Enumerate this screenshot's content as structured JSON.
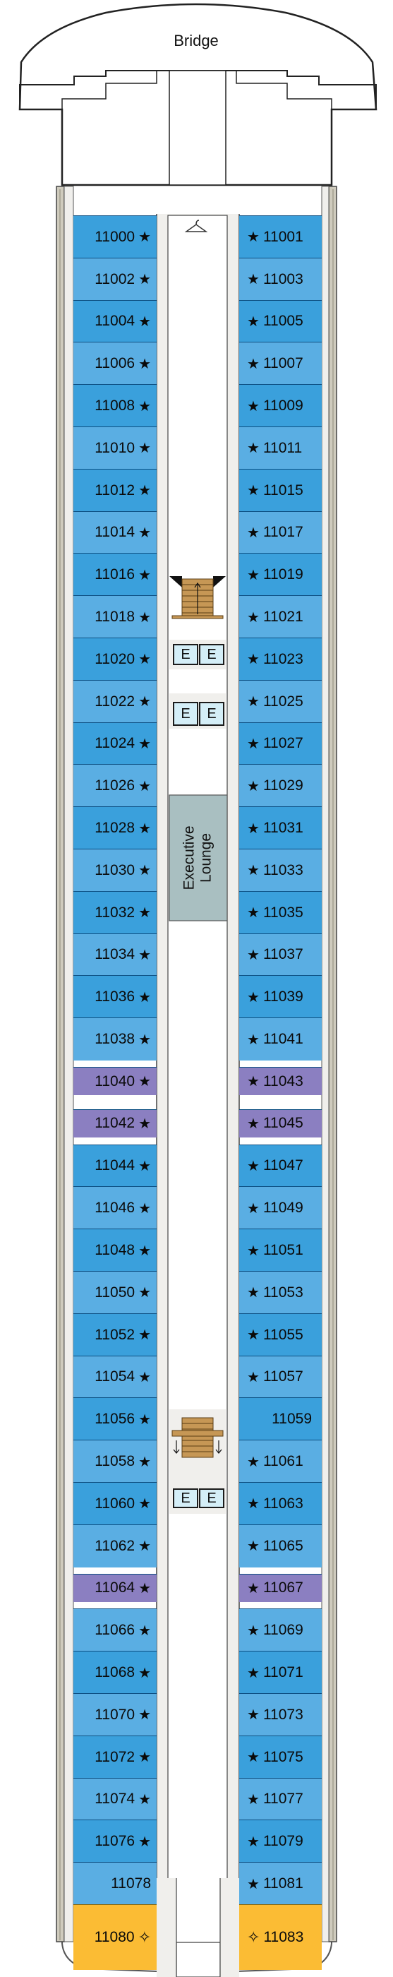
{
  "header": {
    "bridge_label": "Bridge"
  },
  "lounge": {
    "line1": "Executive",
    "line2": "Lounge"
  },
  "elevator_label": "E",
  "symbols": {
    "star": "★",
    "diamond": "✧"
  },
  "legend_colors": {
    "standard": "#3aa0dc",
    "standard_alt": "#5aaee3",
    "purple": "#8b7fc1",
    "suite": "#fbbc34",
    "corridor": "#f0efec",
    "lounge": "#a9bfc1",
    "elevator": "#d4eef7"
  },
  "port_cabins": [
    {
      "number": "11000",
      "mark": "star",
      "cat": "standard"
    },
    {
      "number": "11002",
      "mark": "star",
      "cat": "standard"
    },
    {
      "number": "11004",
      "mark": "star",
      "cat": "standard"
    },
    {
      "number": "11006",
      "mark": "star",
      "cat": "standard"
    },
    {
      "number": "11008",
      "mark": "star",
      "cat": "standard"
    },
    {
      "number": "11010",
      "mark": "star",
      "cat": "standard"
    },
    {
      "number": "11012",
      "mark": "star",
      "cat": "standard"
    },
    {
      "number": "11014",
      "mark": "star",
      "cat": "standard"
    },
    {
      "number": "11016",
      "mark": "star",
      "cat": "standard"
    },
    {
      "number": "11018",
      "mark": "star",
      "cat": "standard"
    },
    {
      "number": "11020",
      "mark": "star",
      "cat": "standard"
    },
    {
      "number": "11022",
      "mark": "star",
      "cat": "standard"
    },
    {
      "number": "11024",
      "mark": "star",
      "cat": "standard"
    },
    {
      "number": "11026",
      "mark": "star",
      "cat": "standard"
    },
    {
      "number": "11028",
      "mark": "star",
      "cat": "standard"
    },
    {
      "number": "11030",
      "mark": "star",
      "cat": "standard"
    },
    {
      "number": "11032",
      "mark": "star",
      "cat": "standard"
    },
    {
      "number": "11034",
      "mark": "star",
      "cat": "standard"
    },
    {
      "number": "11036",
      "mark": "star",
      "cat": "standard"
    },
    {
      "number": "11038",
      "mark": "star",
      "cat": "standard"
    },
    {
      "number": "11040",
      "mark": "star",
      "cat": "purple"
    },
    {
      "number": "11042",
      "mark": "star",
      "cat": "purple"
    },
    {
      "number": "11044",
      "mark": "star",
      "cat": "standard"
    },
    {
      "number": "11046",
      "mark": "star",
      "cat": "standard"
    },
    {
      "number": "11048",
      "mark": "star",
      "cat": "standard"
    },
    {
      "number": "11050",
      "mark": "star",
      "cat": "standard"
    },
    {
      "number": "11052",
      "mark": "star",
      "cat": "standard"
    },
    {
      "number": "11054",
      "mark": "star",
      "cat": "standard"
    },
    {
      "number": "11056",
      "mark": "star",
      "cat": "standard"
    },
    {
      "number": "11058",
      "mark": "star",
      "cat": "standard"
    },
    {
      "number": "11060",
      "mark": "star",
      "cat": "standard"
    },
    {
      "number": "11062",
      "mark": "star",
      "cat": "standard"
    },
    {
      "number": "11064",
      "mark": "star",
      "cat": "purple"
    },
    {
      "number": "11066",
      "mark": "star",
      "cat": "standard"
    },
    {
      "number": "11068",
      "mark": "star",
      "cat": "standard"
    },
    {
      "number": "11070",
      "mark": "star",
      "cat": "standard"
    },
    {
      "number": "11072",
      "mark": "star",
      "cat": "standard"
    },
    {
      "number": "11074",
      "mark": "star",
      "cat": "standard"
    },
    {
      "number": "11076",
      "mark": "star",
      "cat": "standard"
    },
    {
      "number": "11078",
      "mark": "",
      "cat": "standard"
    },
    {
      "number": "11080",
      "mark": "diamond",
      "cat": "suite"
    }
  ],
  "starboard_cabins": [
    {
      "number": "11001",
      "mark": "star",
      "cat": "standard"
    },
    {
      "number": "11003",
      "mark": "star",
      "cat": "standard"
    },
    {
      "number": "11005",
      "mark": "star",
      "cat": "standard"
    },
    {
      "number": "11007",
      "mark": "star",
      "cat": "standard"
    },
    {
      "number": "11009",
      "mark": "star",
      "cat": "standard"
    },
    {
      "number": "11011",
      "mark": "star",
      "cat": "standard"
    },
    {
      "number": "11015",
      "mark": "star",
      "cat": "standard"
    },
    {
      "number": "11017",
      "mark": "star",
      "cat": "standard"
    },
    {
      "number": "11019",
      "mark": "star",
      "cat": "standard"
    },
    {
      "number": "11021",
      "mark": "star",
      "cat": "standard"
    },
    {
      "number": "11023",
      "mark": "star",
      "cat": "standard"
    },
    {
      "number": "11025",
      "mark": "star",
      "cat": "standard"
    },
    {
      "number": "11027",
      "mark": "star",
      "cat": "standard"
    },
    {
      "number": "11029",
      "mark": "star",
      "cat": "standard"
    },
    {
      "number": "11031",
      "mark": "star",
      "cat": "standard"
    },
    {
      "number": "11033",
      "mark": "star",
      "cat": "standard"
    },
    {
      "number": "11035",
      "mark": "star",
      "cat": "standard"
    },
    {
      "number": "11037",
      "mark": "star",
      "cat": "standard"
    },
    {
      "number": "11039",
      "mark": "star",
      "cat": "standard"
    },
    {
      "number": "11041",
      "mark": "star",
      "cat": "standard"
    },
    {
      "number": "11043",
      "mark": "star",
      "cat": "purple"
    },
    {
      "number": "11045",
      "mark": "star",
      "cat": "purple"
    },
    {
      "number": "11047",
      "mark": "star",
      "cat": "standard"
    },
    {
      "number": "11049",
      "mark": "star",
      "cat": "standard"
    },
    {
      "number": "11051",
      "mark": "star",
      "cat": "standard"
    },
    {
      "number": "11053",
      "mark": "star",
      "cat": "standard"
    },
    {
      "number": "11055",
      "mark": "star",
      "cat": "standard"
    },
    {
      "number": "11057",
      "mark": "star",
      "cat": "standard"
    },
    {
      "number": "11059",
      "mark": "",
      "cat": "standard"
    },
    {
      "number": "11061",
      "mark": "star",
      "cat": "standard"
    },
    {
      "number": "11063",
      "mark": "star",
      "cat": "standard"
    },
    {
      "number": "11065",
      "mark": "star",
      "cat": "standard"
    },
    {
      "number": "11067",
      "mark": "star",
      "cat": "purple"
    },
    {
      "number": "11069",
      "mark": "star",
      "cat": "standard"
    },
    {
      "number": "11071",
      "mark": "star",
      "cat": "standard"
    },
    {
      "number": "11073",
      "mark": "star",
      "cat": "standard"
    },
    {
      "number": "11075",
      "mark": "star",
      "cat": "standard"
    },
    {
      "number": "11077",
      "mark": "star",
      "cat": "standard"
    },
    {
      "number": "11079",
      "mark": "star",
      "cat": "standard"
    },
    {
      "number": "11081",
      "mark": "star",
      "cat": "standard"
    },
    {
      "number": "11083",
      "mark": "diamond",
      "cat": "suite"
    }
  ]
}
